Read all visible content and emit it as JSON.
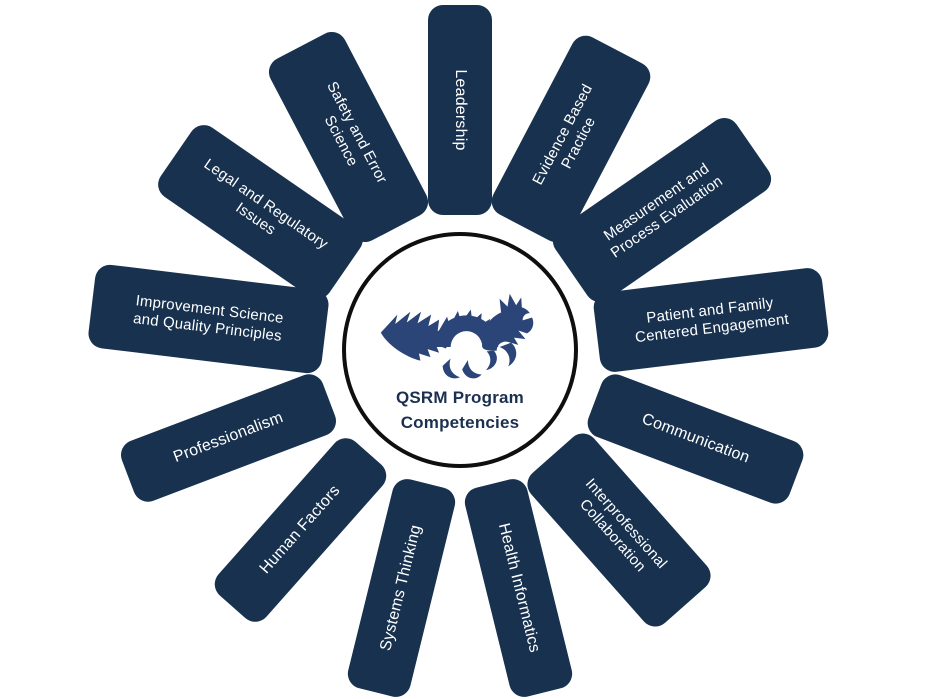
{
  "diagram": {
    "type": "wheel-spoke-diagram",
    "center": {
      "title_line1": "QSRM Program",
      "title_line2": "Competencies",
      "logo": "drexel-dragon-logo"
    },
    "spokes": [
      {
        "label": "Leadership",
        "lines": [
          "Leadership"
        ]
      },
      {
        "label": "Evidence Based Practice",
        "lines": [
          "Evidence Based",
          "Practice"
        ]
      },
      {
        "label": "Measurement and Process Evaluation",
        "lines": [
          "Measurement and",
          "Process Evaluation"
        ]
      },
      {
        "label": "Patient and Family Centered Engagement",
        "lines": [
          "Patient and Family",
          "Centered Engagement"
        ]
      },
      {
        "label": "Communication",
        "lines": [
          "Communication"
        ]
      },
      {
        "label": "Interprofessional Collaboration",
        "lines": [
          "Interprofessional",
          "Collaboration"
        ]
      },
      {
        "label": "Health Informatics",
        "lines": [
          "Health Informatics"
        ]
      },
      {
        "label": "Systems Thinking",
        "lines": [
          "Systems Thinking"
        ]
      },
      {
        "label": "Human Factors",
        "lines": [
          "Human Factors"
        ]
      },
      {
        "label": "Professionalism",
        "lines": [
          "Professionalism"
        ]
      },
      {
        "label": "Improvement Science and Quality Principles",
        "lines": [
          "Improvement Science",
          "and Quality Principles"
        ]
      },
      {
        "label": "Legal and Regulatory Issues",
        "lines": [
          "Legal and Regulatory",
          "Issues"
        ]
      },
      {
        "label": "Safety and Error Science",
        "lines": [
          "Safety and Error",
          "Science"
        ]
      }
    ],
    "colors": {
      "spoke_fill": "#17314f",
      "spoke_text": "#ffffff",
      "logo_blue": "#2b4579",
      "title_text": "#1b3050",
      "circle_border": "#0f0f0f",
      "background": "#ffffff"
    }
  }
}
